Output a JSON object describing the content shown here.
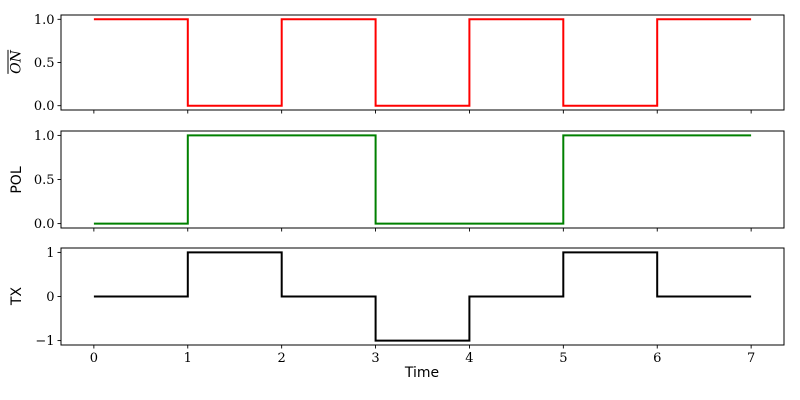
{
  "figure": {
    "background_color": "#ffffff",
    "axes_edge_color": "#000000",
    "xlabel": "Time",
    "xlim": [
      -0.35,
      7.35
    ],
    "x_tick_values": [
      0,
      1,
      2,
      3,
      4,
      5,
      6,
      7
    ],
    "x_tick_labels": [
      "0",
      "1",
      "2",
      "3",
      "4",
      "5",
      "6",
      "7"
    ]
  },
  "chart_data": [
    {
      "id": "on-bar",
      "type": "step",
      "ylabel": "ON",
      "ylabel_overline": true,
      "line_color": "#ff0000",
      "x_breaks": [
        0,
        1,
        2,
        3,
        4,
        5,
        6,
        7
      ],
      "values": [
        1,
        0,
        1,
        0,
        1,
        0,
        1
      ],
      "ylim": [
        -0.05,
        1.05
      ],
      "y_tick_values": [
        0.0,
        0.5,
        1.0
      ],
      "y_tick_labels": [
        "0.0",
        "0.5",
        "1.0"
      ],
      "x_tick_labels_visible": false
    },
    {
      "id": "pol",
      "type": "step",
      "ylabel": "POL",
      "ylabel_overline": false,
      "line_color": "#008000",
      "x_breaks": [
        0,
        1,
        2,
        3,
        4,
        5,
        6,
        7
      ],
      "values": [
        0,
        1,
        1,
        0,
        0,
        1,
        1
      ],
      "ylim": [
        -0.05,
        1.05
      ],
      "y_tick_values": [
        0.0,
        0.5,
        1.0
      ],
      "y_tick_labels": [
        "0.0",
        "0.5",
        "1.0"
      ],
      "x_tick_labels_visible": false
    },
    {
      "id": "tx",
      "type": "step",
      "ylabel": "TX",
      "ylabel_overline": false,
      "line_color": "#000000",
      "x_breaks": [
        0,
        1,
        2,
        3,
        4,
        5,
        6,
        7
      ],
      "values": [
        0,
        1,
        0,
        -1,
        0,
        1,
        0
      ],
      "ylim": [
        -1.1,
        1.1
      ],
      "y_tick_values": [
        -1,
        0,
        1
      ],
      "y_tick_labels": [
        "−1",
        "0",
        "1"
      ],
      "x_tick_labels_visible": true
    }
  ]
}
